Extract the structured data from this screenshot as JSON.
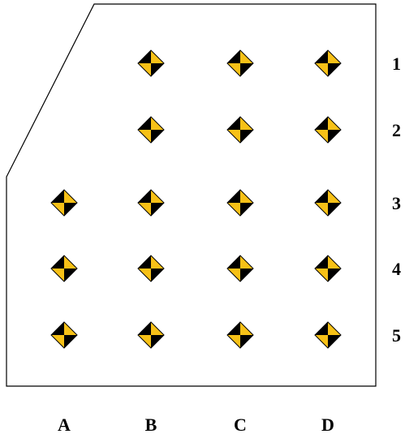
{
  "columns": [
    "A",
    "B",
    "C",
    "D"
  ],
  "rows": [
    "1",
    "2",
    "3",
    "4",
    "5"
  ],
  "markers": [
    {
      "column": "A",
      "row": "1",
      "present": false
    },
    {
      "column": "B",
      "row": "1",
      "present": true
    },
    {
      "column": "C",
      "row": "1",
      "present": true
    },
    {
      "column": "D",
      "row": "1",
      "present": true
    },
    {
      "column": "A",
      "row": "2",
      "present": false
    },
    {
      "column": "B",
      "row": "2",
      "present": true
    },
    {
      "column": "C",
      "row": "2",
      "present": true
    },
    {
      "column": "D",
      "row": "2",
      "present": true
    },
    {
      "column": "A",
      "row": "3",
      "present": true
    },
    {
      "column": "B",
      "row": "3",
      "present": true
    },
    {
      "column": "C",
      "row": "3",
      "present": true
    },
    {
      "column": "D",
      "row": "3",
      "present": true
    },
    {
      "column": "A",
      "row": "4",
      "present": true
    },
    {
      "column": "B",
      "row": "4",
      "present": true
    },
    {
      "column": "C",
      "row": "4",
      "present": true
    },
    {
      "column": "D",
      "row": "4",
      "present": true
    },
    {
      "column": "A",
      "row": "5",
      "present": true
    },
    {
      "column": "B",
      "row": "5",
      "present": true
    },
    {
      "column": "C",
      "row": "5",
      "present": true
    },
    {
      "column": "D",
      "row": "5",
      "present": true
    }
  ],
  "colors": {
    "marker_fill_light": "#f7c117",
    "marker_fill_dark": "#000000",
    "outline": "#000000"
  }
}
